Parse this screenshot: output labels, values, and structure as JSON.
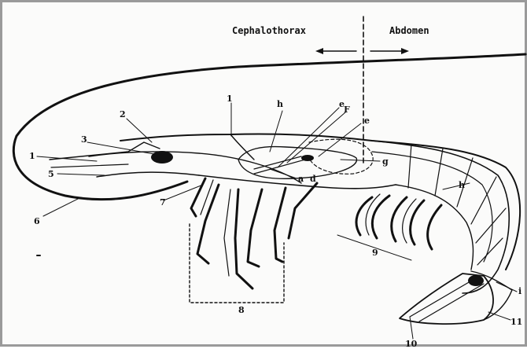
{
  "header": {
    "cephalothorax": "Cephalothorax",
    "abdomen": "Abdomen"
  },
  "labels": {
    "n1_top": "1",
    "n1_left": "1",
    "n2": "2",
    "n3": "3",
    "n5": "5",
    "n6": "6",
    "n7": "7",
    "n8": "8",
    "n9": "9",
    "n10": "10",
    "n11": "11",
    "h_top": "h",
    "h_abd": "h",
    "e_top": "e",
    "e_right": "e",
    "F": "F",
    "g": "g",
    "a": "a",
    "d": "d",
    "i": "i"
  }
}
